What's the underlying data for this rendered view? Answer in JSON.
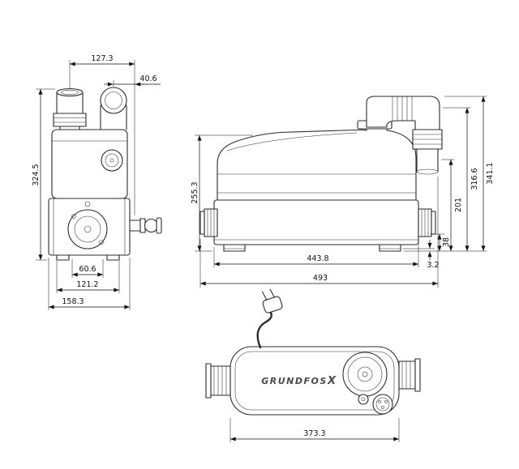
{
  "page": {
    "background": "#ffffff",
    "line_color": "#2b2b2b"
  },
  "brand": {
    "name": "GRUNDFOS",
    "mark": "X"
  },
  "front_view": {
    "dims": {
      "width_top": "127.3",
      "inlet_offset": "40.6",
      "height": "324.5",
      "port_width": "60.6",
      "feet_width": "121.2",
      "total_width": "158.3"
    }
  },
  "side_view": {
    "dims": {
      "tank_height": "255.3",
      "tank_length": "443.8",
      "total_length": "493",
      "total_height": "341.1",
      "outlet_height": "316.6",
      "inlet_height": "201",
      "drain_height": "38",
      "foot_height": "3.2"
    }
  },
  "top_view": {
    "dims": {
      "total_length": "373.3"
    }
  }
}
